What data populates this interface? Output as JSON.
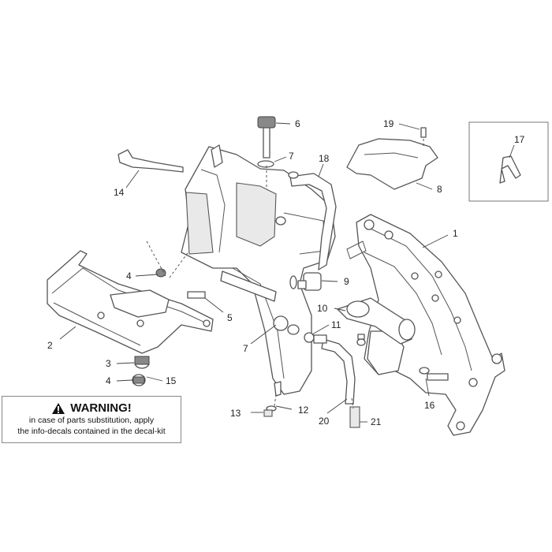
{
  "callouts": [
    {
      "id": "c1",
      "text": "1"
    },
    {
      "id": "c2",
      "text": "2"
    },
    {
      "id": "c3",
      "text": "3"
    },
    {
      "id": "c4a",
      "text": "4"
    },
    {
      "id": "c4b",
      "text": "4"
    },
    {
      "id": "c5",
      "text": "5"
    },
    {
      "id": "c6",
      "text": "6"
    },
    {
      "id": "c7a",
      "text": "7"
    },
    {
      "id": "c7b",
      "text": "7"
    },
    {
      "id": "c8",
      "text": "8"
    },
    {
      "id": "c9",
      "text": "9"
    },
    {
      "id": "c10",
      "text": "10"
    },
    {
      "id": "c11",
      "text": "11"
    },
    {
      "id": "c12",
      "text": "12"
    },
    {
      "id": "c13",
      "text": "13"
    },
    {
      "id": "c14",
      "text": "14"
    },
    {
      "id": "c15",
      "text": "15"
    },
    {
      "id": "c16",
      "text": "16"
    },
    {
      "id": "c17",
      "text": "17"
    },
    {
      "id": "c18",
      "text": "18"
    },
    {
      "id": "c19",
      "text": "19"
    },
    {
      "id": "c20",
      "text": "20"
    },
    {
      "id": "c21",
      "text": "21"
    }
  ],
  "warning": {
    "title": "WARNING!",
    "line1": "in case of parts substitution, apply",
    "line2": "the info-decals contained in the decal-kit",
    "icon": "warning-triangle-icon"
  }
}
